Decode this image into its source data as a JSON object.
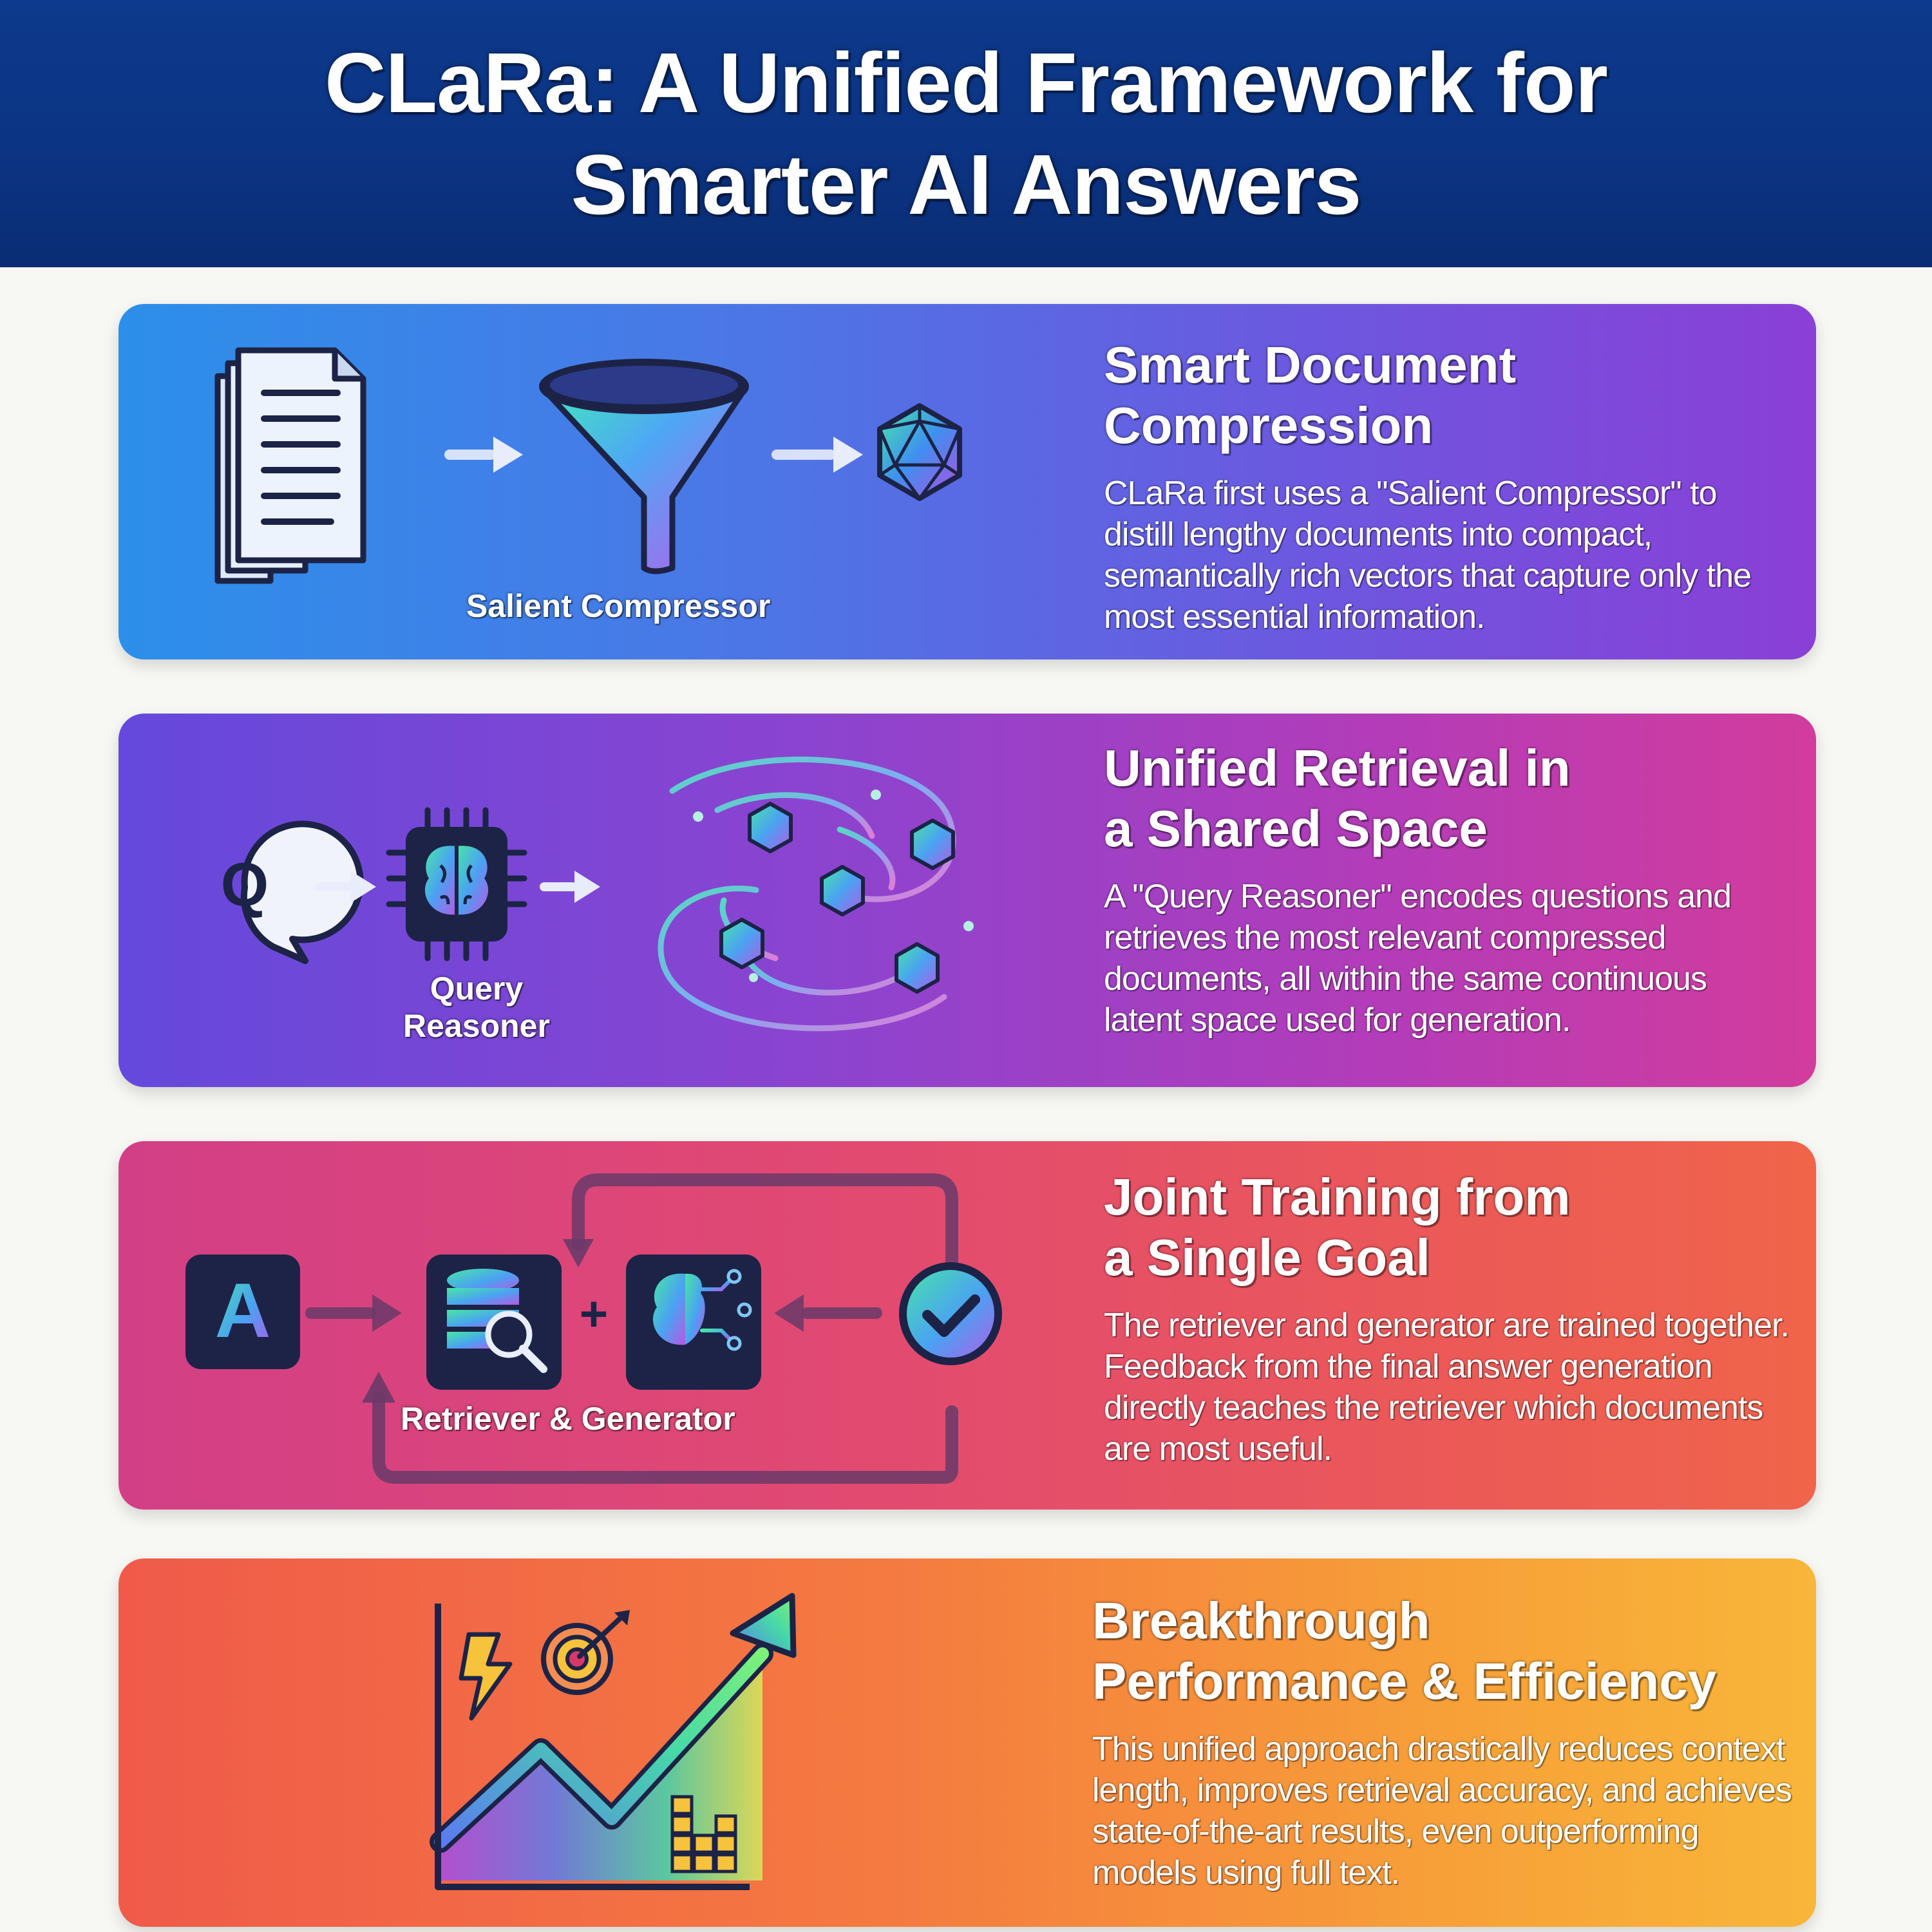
{
  "header": {
    "title_line1": "CLaRa: A Unified Framework for",
    "title_line2": "Smarter AI Answers"
  },
  "panels": [
    {
      "title_line1": "Smart Document",
      "title_line2": "Compression",
      "body": "CLaRa first uses a \"Salient Compressor\" to distill lengthy documents into compact, semantically rich vectors that capture only the most essential information.",
      "visual_label": "Salient Compressor",
      "icons": [
        "document-stack-icon",
        "arrow-right-icon",
        "funnel-icon",
        "arrow-right-icon",
        "crystal-vector-icon"
      ]
    },
    {
      "title_line1": "Unified Retrieval in",
      "title_line2": "a Shared Space",
      "body": "A \"Query Reasoner\" encodes questions and retrieves the most relevant compressed documents, all within the same continuous latent space used for generation.",
      "visual_label_line1": "Query",
      "visual_label_line2": "Reasoner",
      "q_letter": "Q",
      "icons": [
        "question-bubble-icon",
        "arrow-right-icon",
        "brain-chip-icon",
        "arrow-right-icon",
        "latent-space-swirl-icon"
      ]
    },
    {
      "title_line1": "Joint Training from",
      "title_line2": "a Single Goal",
      "body": "The retriever and generator are trained together. Feedback from the final answer generation directly teaches the retriever which documents are most useful.",
      "visual_label": "Retriever & Generator",
      "a_letter": "A",
      "plus": "+",
      "icons": [
        "answer-icon",
        "database-search-icon",
        "brain-circuit-icon",
        "check-circle-icon",
        "feedback-loop-arrow-icon"
      ]
    },
    {
      "title_line1": "Breakthrough",
      "title_line2": "Performance & Efficiency",
      "body": "This unified approach drastically reduces context length, improves retrieval accuracy, and achieves state-of-the-art results, even outperforming models using full text.",
      "icons": [
        "growth-chart-icon",
        "lightning-icon",
        "target-icon",
        "bar-chart-icon"
      ]
    }
  ],
  "colors": {
    "header_bg": "#0c3484",
    "page_bg": "#f7f7f3",
    "icon_dark": "#1c2346"
  }
}
